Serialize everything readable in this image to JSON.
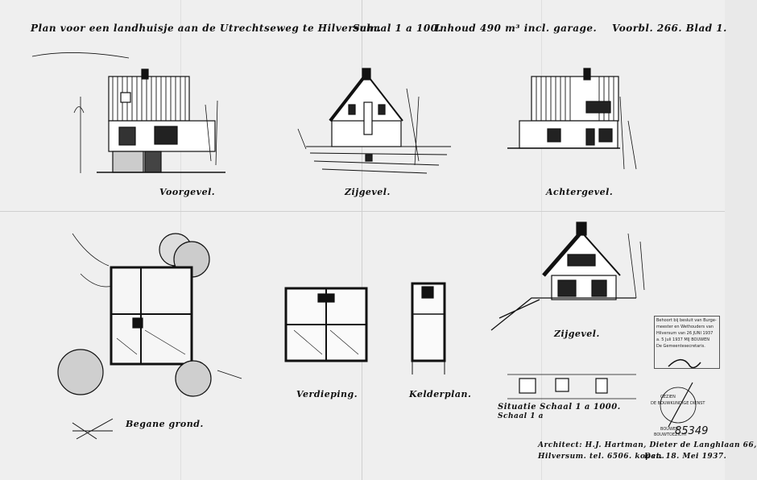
{
  "header": {
    "title": "Plan voor een landhuisje aan de Utrechtseweg te Hilversum.",
    "scale": "Schaal 1 a 100.",
    "content": "Inhoud 490 m³ incl. garage.",
    "sheet": "Voorbl. 266. Blad 1."
  },
  "elevations": {
    "front": "Voorgevel.",
    "side_1": "Zijgevel.",
    "rear": "Achtergevel.",
    "side_2": "Zijgevel."
  },
  "plans": {
    "ground": "Begane grond.",
    "first_floor": "Verdieping.",
    "cellar": "Kelderplan."
  },
  "situation": {
    "title": "Situatie Schaal 1 a 1000.",
    "scale_note": "Schaal 1 a"
  },
  "architect": {
    "line1": "Architect: H.J. Hartman, Dieter de Langhlaan 66,",
    "line2": "Hilversum. tel. 6506. kopen.",
    "date": "Dat. 18. Mei 1937."
  },
  "approval_stamp": {
    "line1": "Behoort bij besluit van Burge-",
    "line2": "meester en Wethouders van",
    "line3": "Hilversum van 26 JUNI 1937",
    "line4": "a. 5 Juli 1937  MIJ BOUWEN",
    "line5": "De Gemeentesecretaris."
  },
  "archive_stamp": {
    "line1": "GEZIEN",
    "line2": "DE BOUWKUNDIGE DIENST",
    "line3": "BOUWEN",
    "line4": "BOUWTOEZICHT"
  },
  "archive_number": "85349",
  "colors": {
    "ink": "#111111",
    "paper": "#efefef"
  }
}
